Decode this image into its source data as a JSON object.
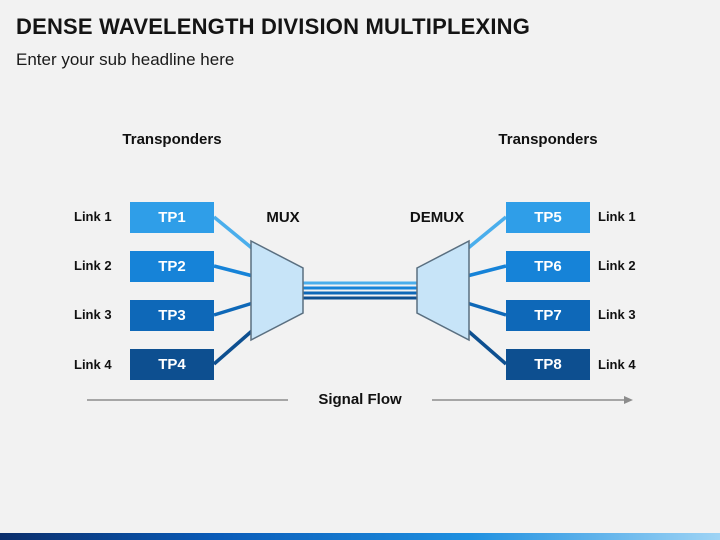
{
  "header": {
    "title": "DENSE WAVELENGTH DIVISION MULTIPLEXING",
    "subtitle": "Enter your sub headline here"
  },
  "left": {
    "section_label": "Transponders",
    "device_label": "MUX",
    "rows": [
      {
        "link": "Link 1",
        "tp": "TP1",
        "color": "#2f9ee8"
      },
      {
        "link": "Link 2",
        "tp": "TP2",
        "color": "#1683d8"
      },
      {
        "link": "Link 3",
        "tp": "TP3",
        "color": "#0e68b8"
      },
      {
        "link": "Link 4",
        "tp": "TP4",
        "color": "#0d4f90"
      }
    ]
  },
  "right": {
    "section_label": "Transponders",
    "device_label": "DEMUX",
    "rows": [
      {
        "link": "Link 1",
        "tp": "TP5",
        "color": "#2f9ee8"
      },
      {
        "link": "Link 2",
        "tp": "TP6",
        "color": "#1683d8"
      },
      {
        "link": "Link 3",
        "tp": "TP7",
        "color": "#0e68b8"
      },
      {
        "link": "Link 4",
        "tp": "TP8",
        "color": "#0d4f90"
      }
    ]
  },
  "flow": {
    "label": "Signal Flow"
  },
  "colors": {
    "device_fill": "#c7e4f8",
    "device_stroke": "#5a6f80",
    "arrow": "#8c8c8c",
    "fiber": [
      "#4aaeec",
      "#1683d8",
      "#0e68b8",
      "#0d4f90"
    ]
  }
}
